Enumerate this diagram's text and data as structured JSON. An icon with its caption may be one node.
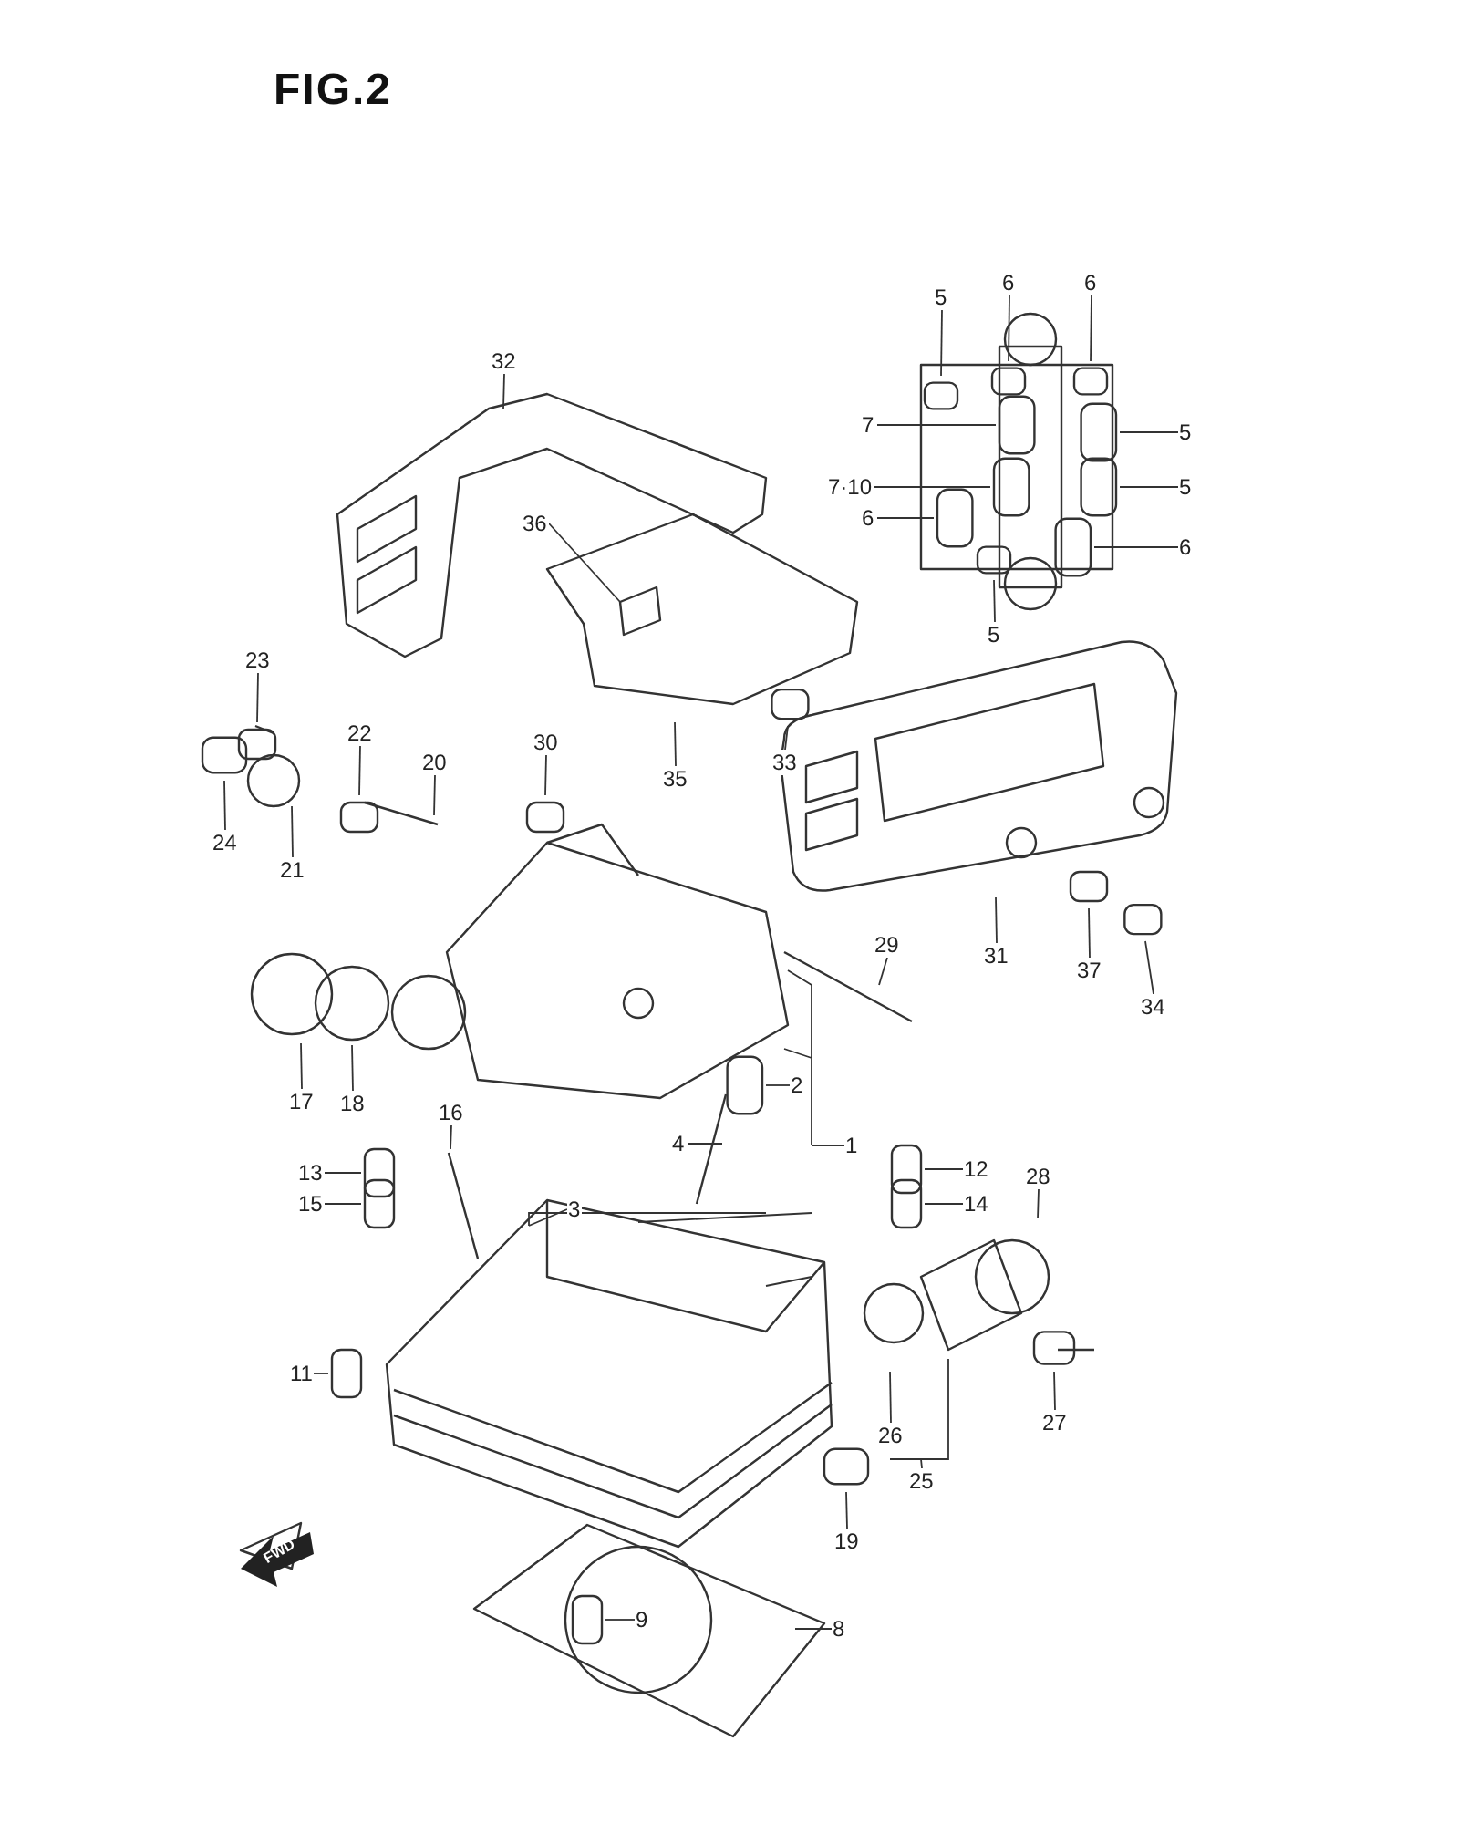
{
  "diagram": {
    "title": "FIG.2",
    "nodes": [
      {
        "text": [
          "32"
        ]
      },
      {
        "text": [
          "5"
        ]
      },
      {
        "text": [
          "6"
        ]
      },
      {
        "text": [
          "6"
        ]
      },
      {
        "text": [
          "5"
        ]
      },
      {
        "text": [
          "7"
        ]
      },
      {
        "text": [
          "7·10"
        ]
      },
      {
        "text": [
          "5"
        ]
      },
      {
        "text": [
          "6"
        ]
      },
      {
        "text": [
          "6"
        ]
      },
      {
        "text": [
          "5"
        ]
      },
      {
        "text": [
          "36"
        ]
      },
      {
        "text": [
          "23"
        ]
      },
      {
        "text": [
          "22"
        ]
      },
      {
        "text": [
          "30"
        ]
      },
      {
        "text": [
          "20"
        ]
      },
      {
        "text": [
          "24"
        ]
      },
      {
        "text": [
          "21"
        ]
      },
      {
        "text": [
          "33"
        ]
      },
      {
        "text": [
          "35"
        ]
      },
      {
        "text": [
          "29"
        ]
      },
      {
        "text": [
          "31"
        ]
      },
      {
        "text": [
          "37"
        ]
      },
      {
        "text": [
          "34"
        ]
      },
      {
        "text": [
          "17"
        ]
      },
      {
        "text": [
          "18"
        ]
      },
      {
        "text": [
          "2"
        ]
      },
      {
        "text": [
          "1"
        ]
      },
      {
        "text": [
          "16"
        ]
      },
      {
        "text": [
          "4"
        ]
      },
      {
        "text": [
          "13"
        ]
      },
      {
        "text": [
          "12"
        ]
      },
      {
        "text": [
          "28"
        ]
      },
      {
        "text": [
          "15"
        ]
      },
      {
        "text": [
          "3"
        ]
      },
      {
        "text": [
          "14"
        ]
      },
      {
        "text": [
          "11"
        ]
      },
      {
        "text": [
          "27"
        ]
      },
      {
        "text": [
          "26"
        ]
      },
      {
        "text": [
          "25"
        ]
      },
      {
        "text": [
          "19"
        ]
      },
      {
        "text": [
          "9"
        ]
      },
      {
        "text": [
          "8"
        ]
      }
    ],
    "edges": [
      {
        "from": 0,
        "to": null,
        "arrow": "none"
      },
      {
        "from": 1,
        "to": null,
        "arrow": "none"
      },
      {
        "from": 2,
        "to": null,
        "arrow": "none"
      },
      {
        "from": 3,
        "to": null,
        "arrow": "none"
      },
      {
        "from": 4,
        "to": null,
        "arrow": "none"
      },
      {
        "from": 5,
        "to": null,
        "arrow": "none"
      },
      {
        "from": 6,
        "to": null,
        "arrow": "none"
      },
      {
        "from": 7,
        "to": null,
        "arrow": "none"
      },
      {
        "from": 8,
        "to": null,
        "arrow": "none"
      },
      {
        "from": 9,
        "to": null,
        "arrow": "none"
      },
      {
        "from": 10,
        "to": null,
        "arrow": "none"
      },
      {
        "from": 11,
        "to": null,
        "arrow": "none"
      },
      {
        "from": 12,
        "to": null,
        "arrow": "none"
      },
      {
        "from": 13,
        "to": null,
        "arrow": "none"
      },
      {
        "from": 14,
        "to": null,
        "arrow": "none"
      },
      {
        "from": 15,
        "to": null,
        "arrow": "none"
      },
      {
        "from": 16,
        "to": null,
        "arrow": "none"
      },
      {
        "from": 17,
        "to": null,
        "arrow": "none"
      },
      {
        "from": 18,
        "to": null,
        "arrow": "none"
      },
      {
        "from": 19,
        "to": null,
        "arrow": "none"
      },
      {
        "from": 20,
        "to": null,
        "arrow": "none"
      },
      {
        "from": 21,
        "to": null,
        "arrow": "none"
      },
      {
        "from": 22,
        "to": null,
        "arrow": "none"
      },
      {
        "from": 23,
        "to": null,
        "arrow": "none"
      },
      {
        "from": 24,
        "to": null,
        "arrow": "none"
      },
      {
        "from": 25,
        "to": null,
        "arrow": "none"
      },
      {
        "from": 26,
        "to": null,
        "arrow": "none"
      },
      {
        "from": 27,
        "to": null,
        "arrow": "none"
      },
      {
        "from": 28,
        "to": null,
        "arrow": "none"
      },
      {
        "from": 29,
        "to": null,
        "arrow": "none"
      },
      {
        "from": 30,
        "to": null,
        "arrow": "none"
      },
      {
        "from": 31,
        "to": null,
        "arrow": "none"
      },
      {
        "from": 32,
        "to": null,
        "arrow": "none"
      },
      {
        "from": 33,
        "to": null,
        "arrow": "none"
      },
      {
        "from": 34,
        "to": null,
        "arrow": "none"
      },
      {
        "from": 35,
        "to": null,
        "arrow": "none"
      },
      {
        "from": 36,
        "to": null,
        "arrow": "none"
      },
      {
        "from": 37,
        "to": null,
        "arrow": "none"
      },
      {
        "from": 38,
        "to": null,
        "arrow": "none"
      },
      {
        "from": 39,
        "to": null,
        "arrow": "none"
      },
      {
        "from": 40,
        "to": null,
        "arrow": "none"
      },
      {
        "from": 41,
        "to": null,
        "arrow": "none"
      },
      {
        "from": 42,
        "to": null,
        "arrow": "none"
      }
    ],
    "labels": [
      "FWD"
    ]
  }
}
